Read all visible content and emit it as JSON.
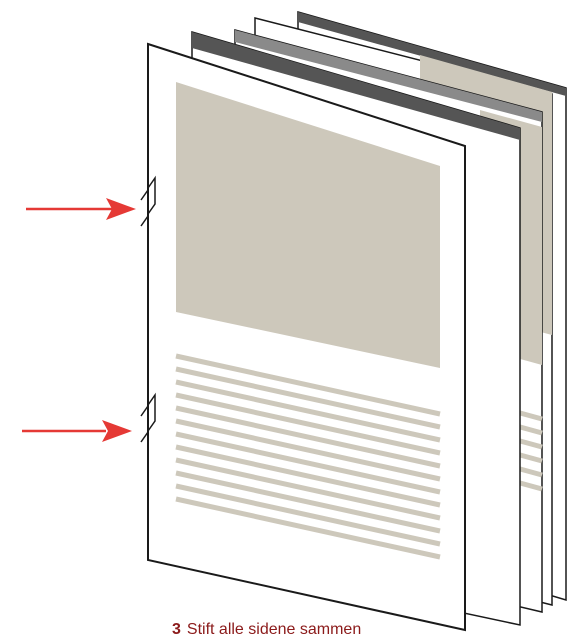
{
  "colors": {
    "caption_text": "#8b1a1a",
    "arrow": "#e53935",
    "page_fill": "#ffffff",
    "page_outline": "#1a1a1a",
    "placeholder_block": "#cdc8bb",
    "text_lines": "#cdc8bb",
    "page_edge_dark": "#555555",
    "page_edge_mid": "#8a8a8a",
    "staple": "#1a1a1a"
  },
  "caption": {
    "step_number": "3",
    "text": "Stift alle sidene sammen"
  },
  "staples": {
    "count": 2,
    "arrow_icon": "right-arrow-icon"
  },
  "pages": {
    "stack_count": 4,
    "front_page_text_line_count": 12
  }
}
